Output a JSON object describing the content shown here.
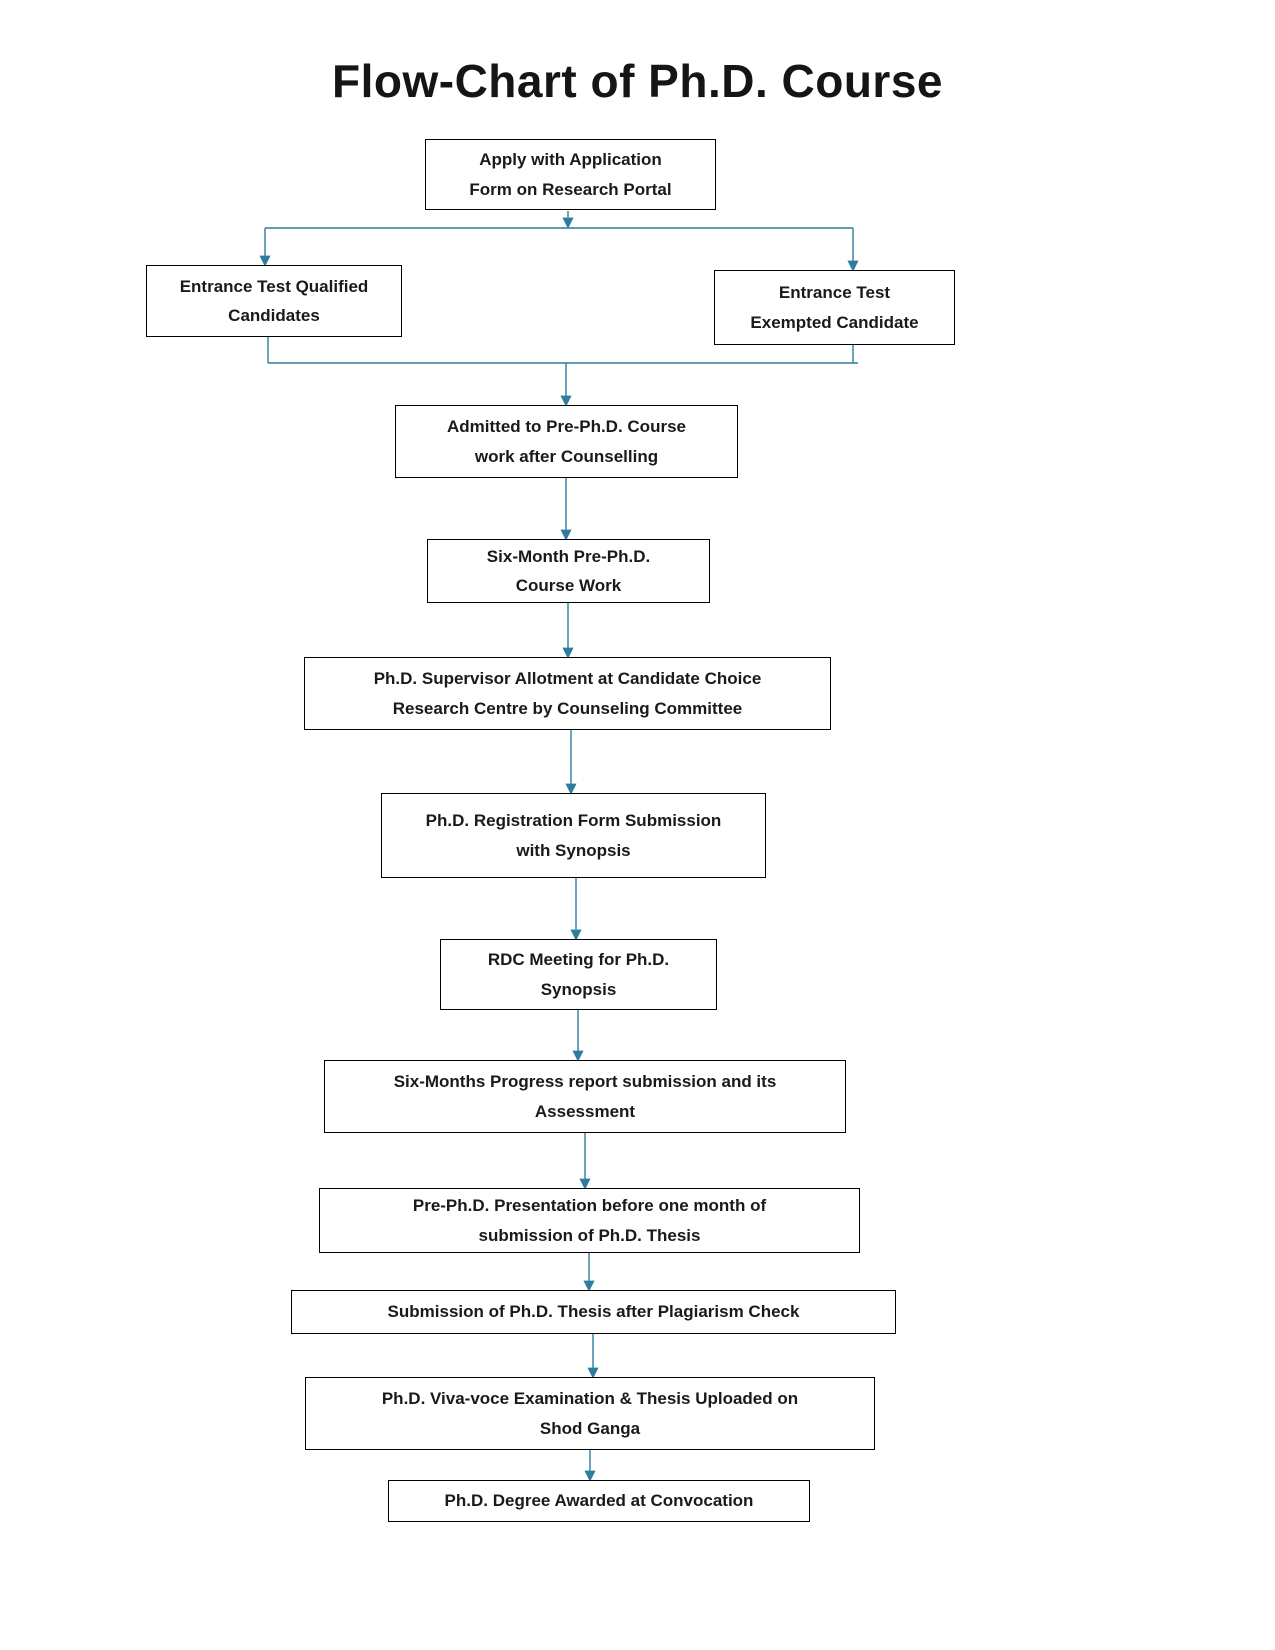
{
  "title": "Flow-Chart of Ph.D. Course",
  "colors": {
    "connector": "#2e7d9e",
    "box_border": "#000000",
    "text": "#1a1a1a",
    "background": "#ffffff"
  },
  "nodes": [
    {
      "id": "apply",
      "label": "Apply with Application\nForm on Research Portal"
    },
    {
      "id": "entrance-qualified",
      "label": "Entrance Test Qualified\nCandidates"
    },
    {
      "id": "entrance-exempted",
      "label": "Entrance Test\nExempted Candidate"
    },
    {
      "id": "admitted-coursework",
      "label": "Admitted to Pre-Ph.D. Course\nwork after Counselling"
    },
    {
      "id": "six-month-coursework",
      "label": "Six-Month Pre-Ph.D.\nCourse Work"
    },
    {
      "id": "supervisor-allotment",
      "label": "Ph.D. Supervisor Allotment at Candidate Choice\nResearch Centre by Counseling Committee"
    },
    {
      "id": "registration-form",
      "label": "Ph.D. Registration Form Submission\nwith Synopsis"
    },
    {
      "id": "rdc-meeting",
      "label": "RDC Meeting for Ph.D.\nSynopsis"
    },
    {
      "id": "progress-report",
      "label": "Six-Months Progress report submission and its\nAssessment"
    },
    {
      "id": "pre-phd-presentation",
      "label": "Pre-Ph.D. Presentation before one month of\nsubmission of Ph.D. Thesis"
    },
    {
      "id": "thesis-submission",
      "label": "Submission of Ph.D. Thesis after Plagiarism Check"
    },
    {
      "id": "viva-voce",
      "label": "Ph.D. Viva-voce Examination & Thesis Uploaded on\nShod Ganga"
    },
    {
      "id": "degree-awarded",
      "label": "Ph.D. Degree Awarded at Convocation"
    }
  ],
  "edges": [
    {
      "from": "apply",
      "to": "entrance-qualified"
    },
    {
      "from": "apply",
      "to": "entrance-exempted"
    },
    {
      "from": "entrance-qualified",
      "to": "admitted-coursework"
    },
    {
      "from": "entrance-exempted",
      "to": "admitted-coursework"
    },
    {
      "from": "admitted-coursework",
      "to": "six-month-coursework"
    },
    {
      "from": "six-month-coursework",
      "to": "supervisor-allotment"
    },
    {
      "from": "supervisor-allotment",
      "to": "registration-form"
    },
    {
      "from": "registration-form",
      "to": "rdc-meeting"
    },
    {
      "from": "rdc-meeting",
      "to": "progress-report"
    },
    {
      "from": "progress-report",
      "to": "pre-phd-presentation"
    },
    {
      "from": "pre-phd-presentation",
      "to": "thesis-submission"
    },
    {
      "from": "thesis-submission",
      "to": "viva-voce"
    },
    {
      "from": "viva-voce",
      "to": "degree-awarded"
    }
  ]
}
